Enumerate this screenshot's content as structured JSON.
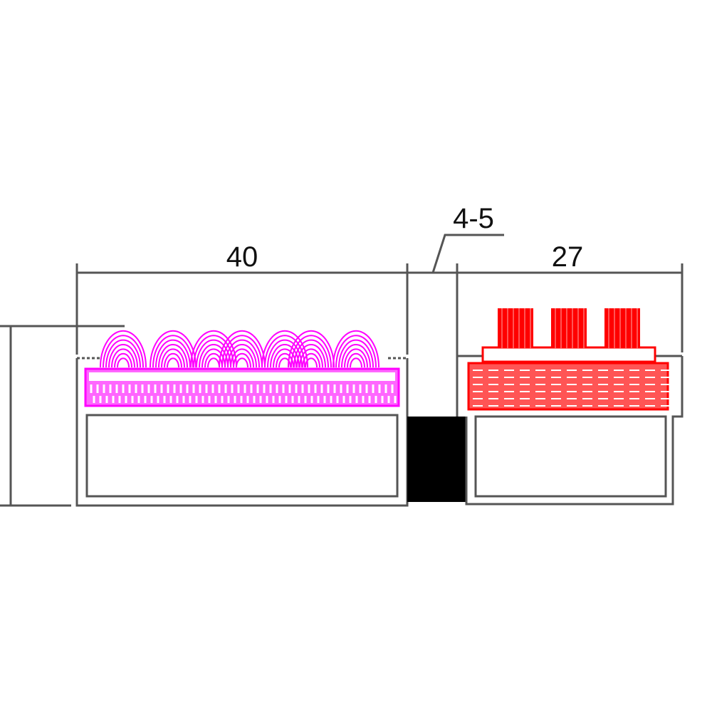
{
  "diagram": {
    "dimensions": {
      "left_width": "40",
      "gap": "4-5",
      "right_width": "27"
    },
    "colors": {
      "line": "#555555",
      "magenta_insert": "#ff00ff",
      "red_insert": "#ff0000",
      "spacer": "#000000"
    }
  }
}
